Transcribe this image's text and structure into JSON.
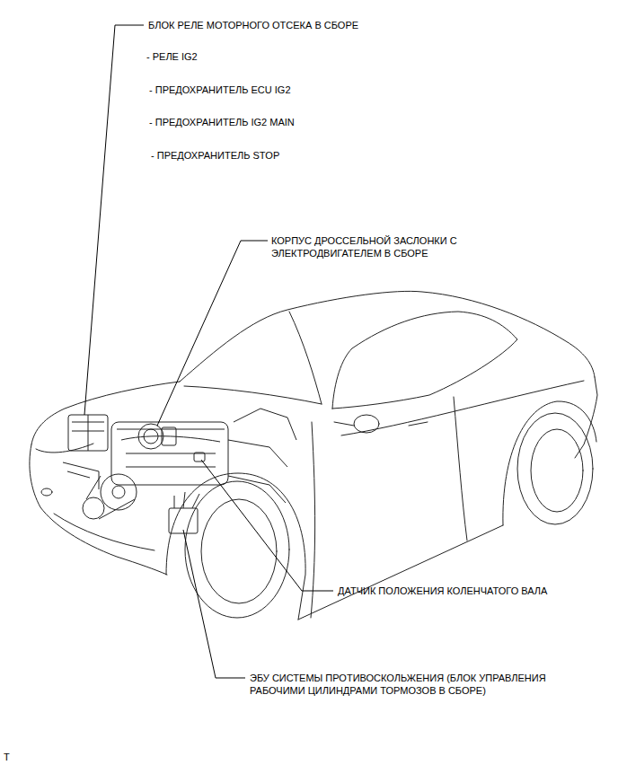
{
  "diagram": {
    "labels": [
      "БЛОК РЕЛЕ МОТОРНОГО ОТСЕКА В СБОРЕ",
      "- РЕЛЕ IG2",
      "- ПРЕДОХРАНИТЕЛЬ ECU IG2",
      "- ПРЕДОХРАНИТЕЛЬ IG2 MAIN",
      "- ПРЕДОХРАНИТЕЛЬ STOP",
      "КОРПУС ДРОССЕЛЬНОЙ ЗАСЛОНКИ С ЭЛЕКТРОДВИГАТЕЛЕМ В СБОРЕ",
      "ДАТЧИК ПОЛОЖЕНИЯ КОЛЕНЧАТОГО ВАЛА",
      "ЭБУ СИСТЕМЫ ПРОТИВОСКОЛЬЖЕНИЯ (БЛОК УПРАВЛЕНИЯ РАБОЧИМИ ЦИЛИНДРАМИ ТОРМОЗОВ В СБОРЕ)",
      "T"
    ]
  }
}
